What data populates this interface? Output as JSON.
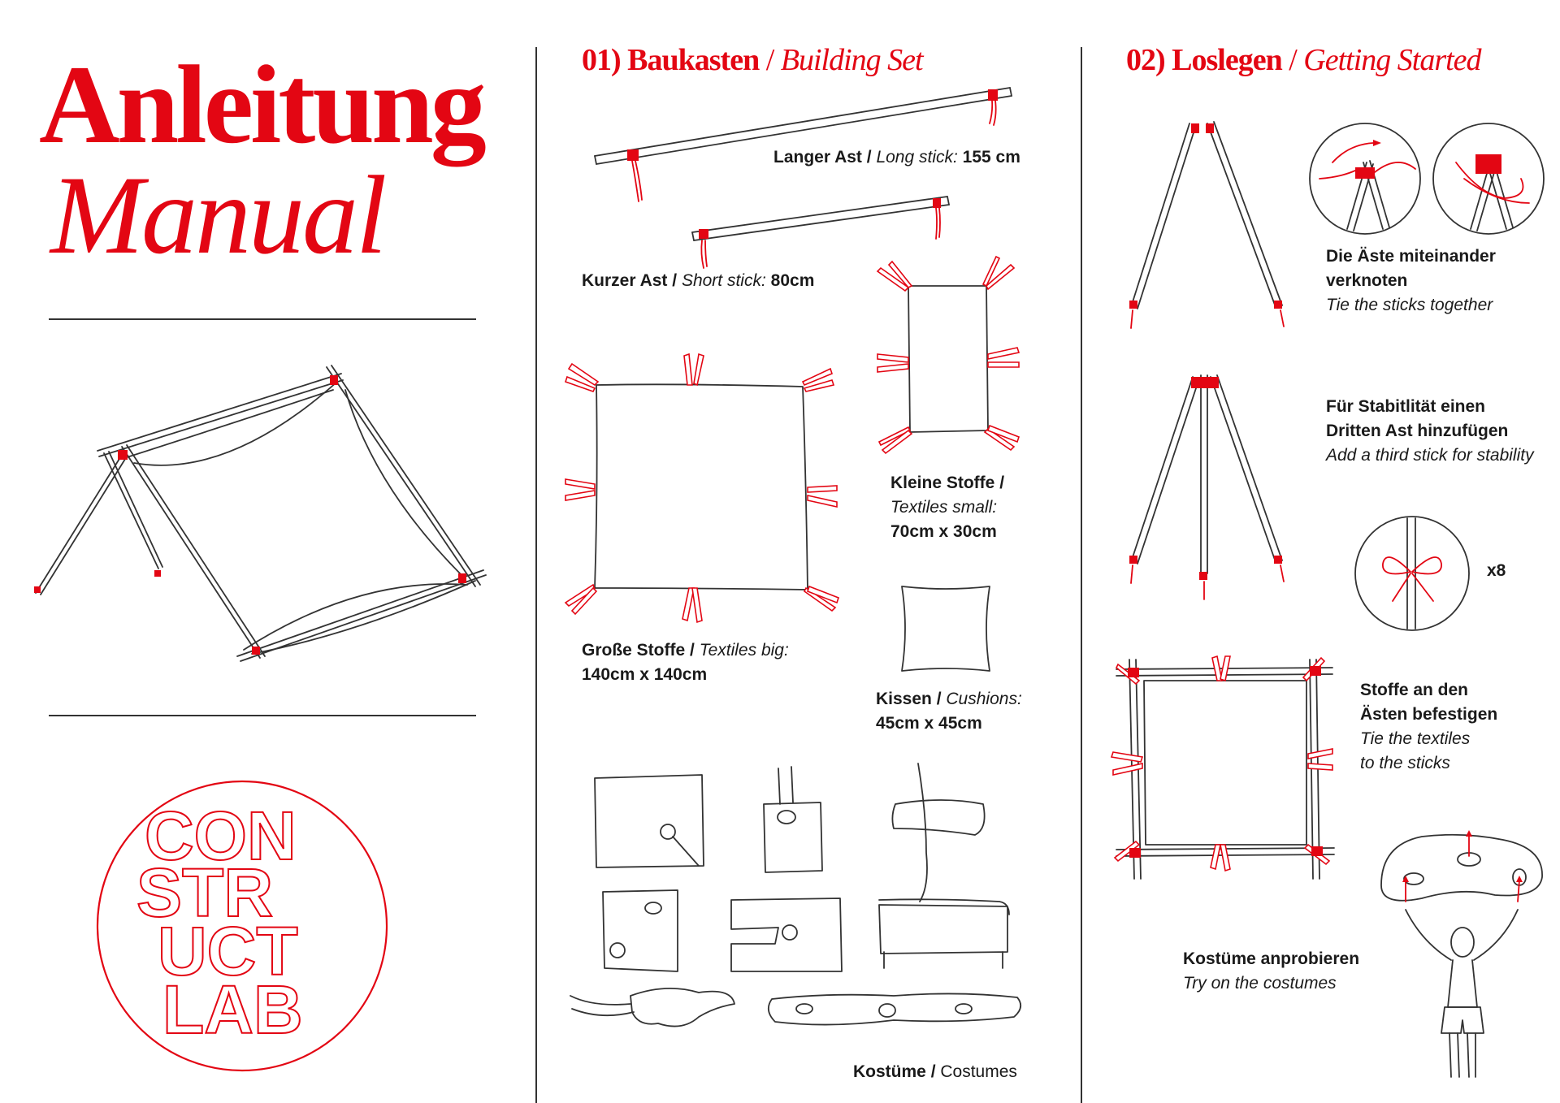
{
  "title": {
    "de": "Anleitung",
    "en": "Manual"
  },
  "logo": {
    "lines": [
      "CON",
      "STR",
      "UCT",
      "LAB"
    ]
  },
  "section1": {
    "num": "01)",
    "de": "Baukasten",
    "sep": " / ",
    "en": "Building Set",
    "long_stick": {
      "de": "Langer Ast",
      "en": "Long stick:",
      "size": "155 cm"
    },
    "short_stick": {
      "de": "Kurzer Ast",
      "en": "Short stick:",
      "size": "80cm"
    },
    "textiles_big": {
      "de": "Große Stoffe",
      "en": "Textiles big:",
      "size": "140cm x 140cm"
    },
    "textiles_small": {
      "de": "Kleine Stoffe",
      "en": "Textiles small:",
      "size": "70cm x 30cm"
    },
    "cushions": {
      "de": "Kissen",
      "en": "Cushions:",
      "size": "45cm x 45cm"
    },
    "costumes": {
      "de": "Kostüme",
      "en": "Costumes"
    },
    "slash": " / "
  },
  "section2": {
    "num": "02)",
    "de": "Loslegen",
    "sep": " / ",
    "en": "Getting Started",
    "step1": {
      "de1": "Die Äste miteinander",
      "de2": "verknoten",
      "en": "Tie the sticks together"
    },
    "step2": {
      "de1": "Für Stabitlität einen",
      "de2": "Dritten Ast hinzufügen",
      "en": "Add a third stick for stability"
    },
    "bow_count": "x8",
    "step3": {
      "de1": "Stoffe an den",
      "de2": "Ästen befestigen",
      "en1": "Tie the textiles",
      "en2": "to the sticks"
    },
    "step4": {
      "de": "Kostüme anprobieren",
      "en": "Try on the costumes"
    }
  },
  "colors": {
    "accent": "#e30613",
    "ink": "#333333"
  }
}
